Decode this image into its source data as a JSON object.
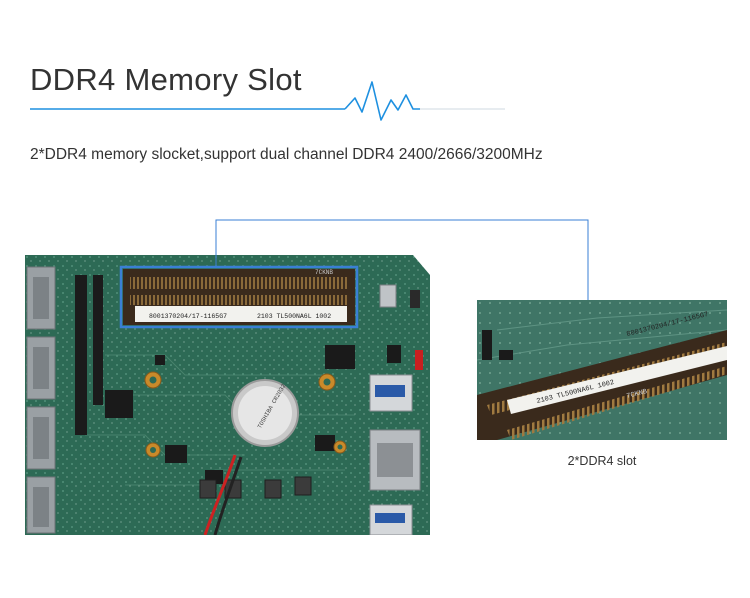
{
  "header": {
    "title": "DDR4 Memory Slot",
    "accent_color": "#1e90e0"
  },
  "description": "2*DDR4 memory slocket,support dual channel DDR4 2400/2666/3200MHz",
  "board_photo": {
    "highlight_color": "#3a7fd5",
    "slot_label": "7CKNB",
    "sticker_left": "8001370204/17-1165G7",
    "sticker_right": "2103 TL500NA6L 1002",
    "battery_label": "TOSHIBA CR2032"
  },
  "slot_photo": {
    "caption": "2*DDR4 slot",
    "slot_label": "7CKNB",
    "sticker_left": "8001370204/17-1165G7",
    "sticker_right": "2103 TL500NA6L 1002"
  },
  "colors": {
    "pcb": "#2d6a55",
    "connector": "#3a2a1c",
    "callout_line": "#3a7fd5",
    "text": "#333333"
  }
}
